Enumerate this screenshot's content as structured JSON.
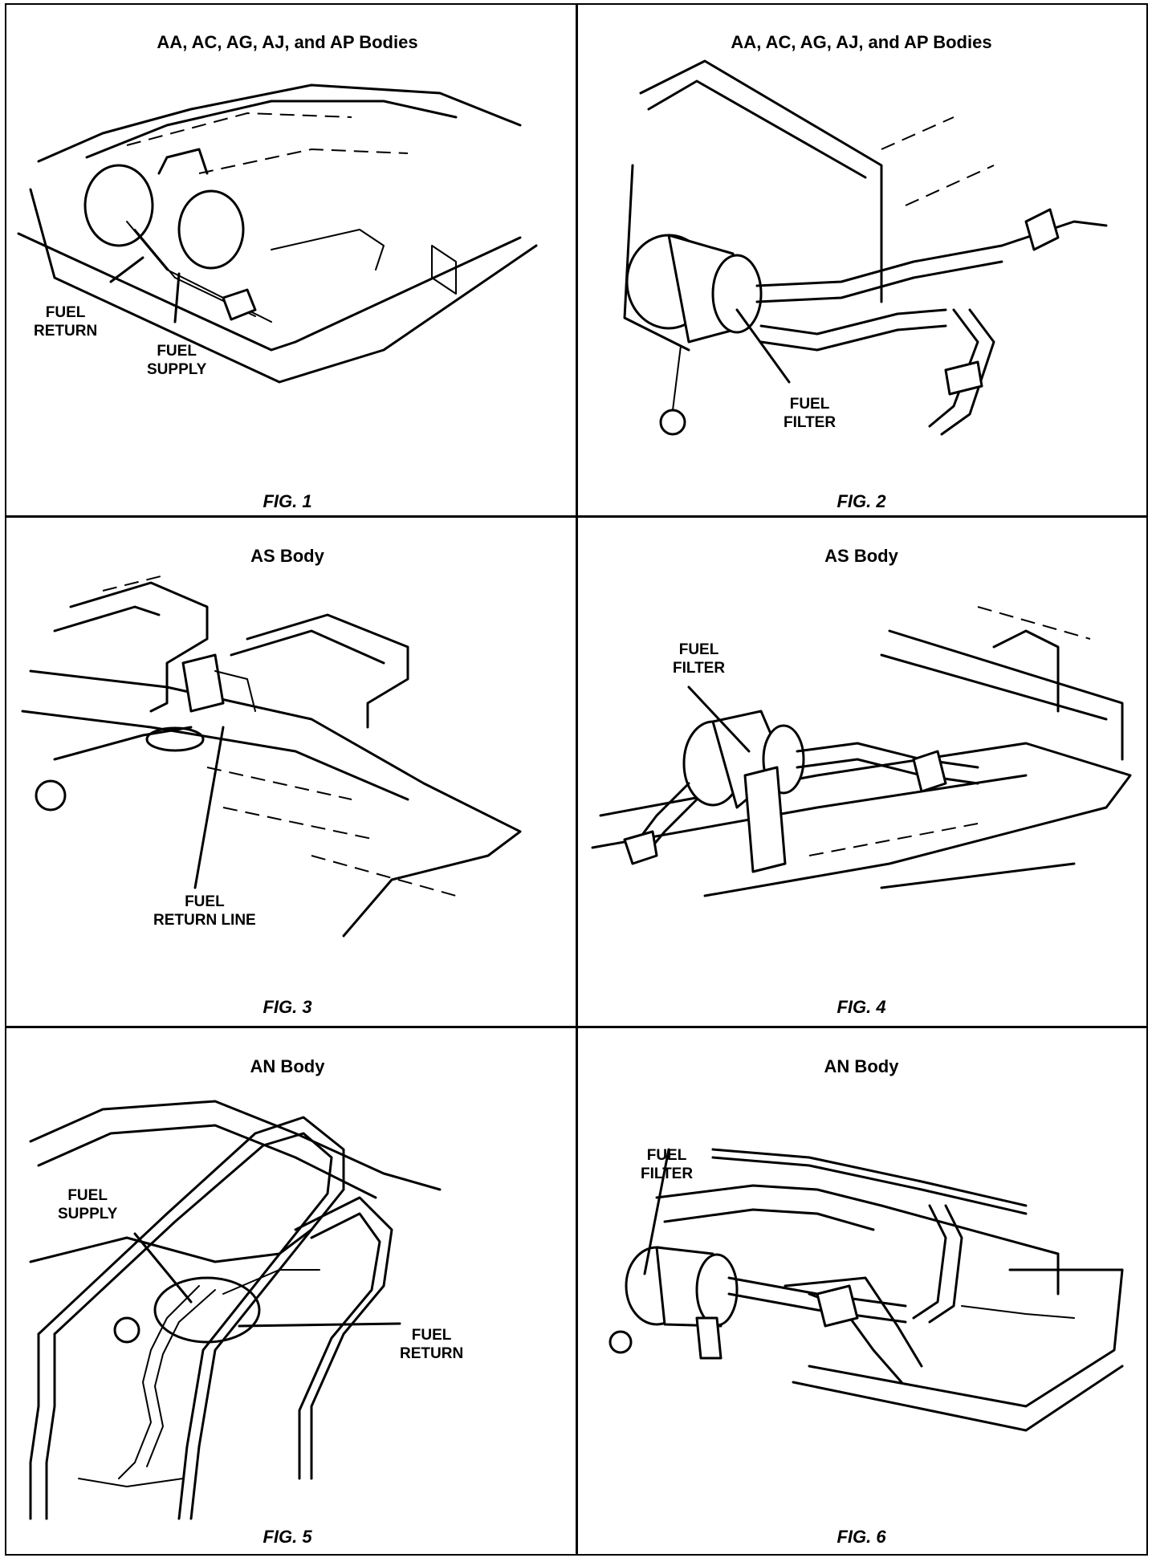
{
  "panels": [
    {
      "title": "AA, AC, AG, AJ, and AP Bodies",
      "figure": "FIG. 1",
      "callouts": [
        "FUEL RETURN",
        "FUEL SUPPLY"
      ]
    },
    {
      "title": "AA, AC, AG, AJ, and AP Bodies",
      "figure": "FIG. 2",
      "callouts": [
        "FUEL FILTER"
      ]
    },
    {
      "title": "AS Body",
      "figure": "FIG. 3",
      "callouts": [
        "FUEL RETURN LINE"
      ]
    },
    {
      "title": "AS Body",
      "figure": "FIG. 4",
      "callouts": [
        "FUEL FILTER"
      ]
    },
    {
      "title": "AN Body",
      "figure": "FIG. 5",
      "callouts": [
        "FUEL SUPPLY",
        "FUEL RETURN"
      ]
    },
    {
      "title": "AN Body",
      "figure": "FIG. 6",
      "callouts": [
        "FUEL FILTER"
      ]
    }
  ]
}
